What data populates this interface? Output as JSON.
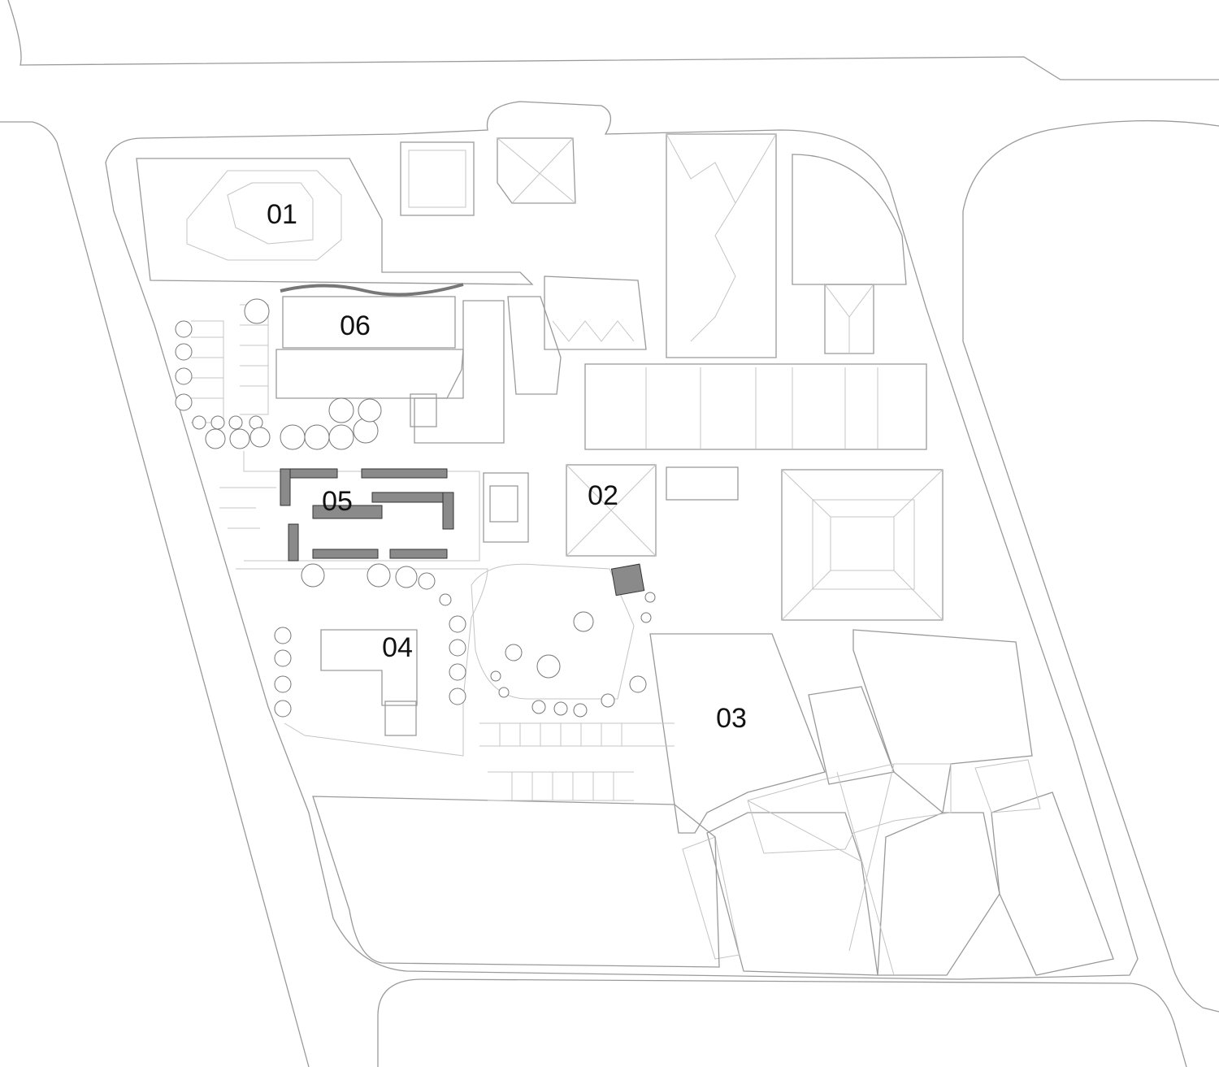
{
  "title": "Site plan",
  "labels": {
    "b01": "01",
    "b02": "02",
    "b03": "03",
    "b04": "04",
    "b05": "05",
    "b06": "06"
  },
  "colors": {
    "line": "#9a9a9a",
    "bench": "#8a8a8a",
    "text": "#111111"
  }
}
